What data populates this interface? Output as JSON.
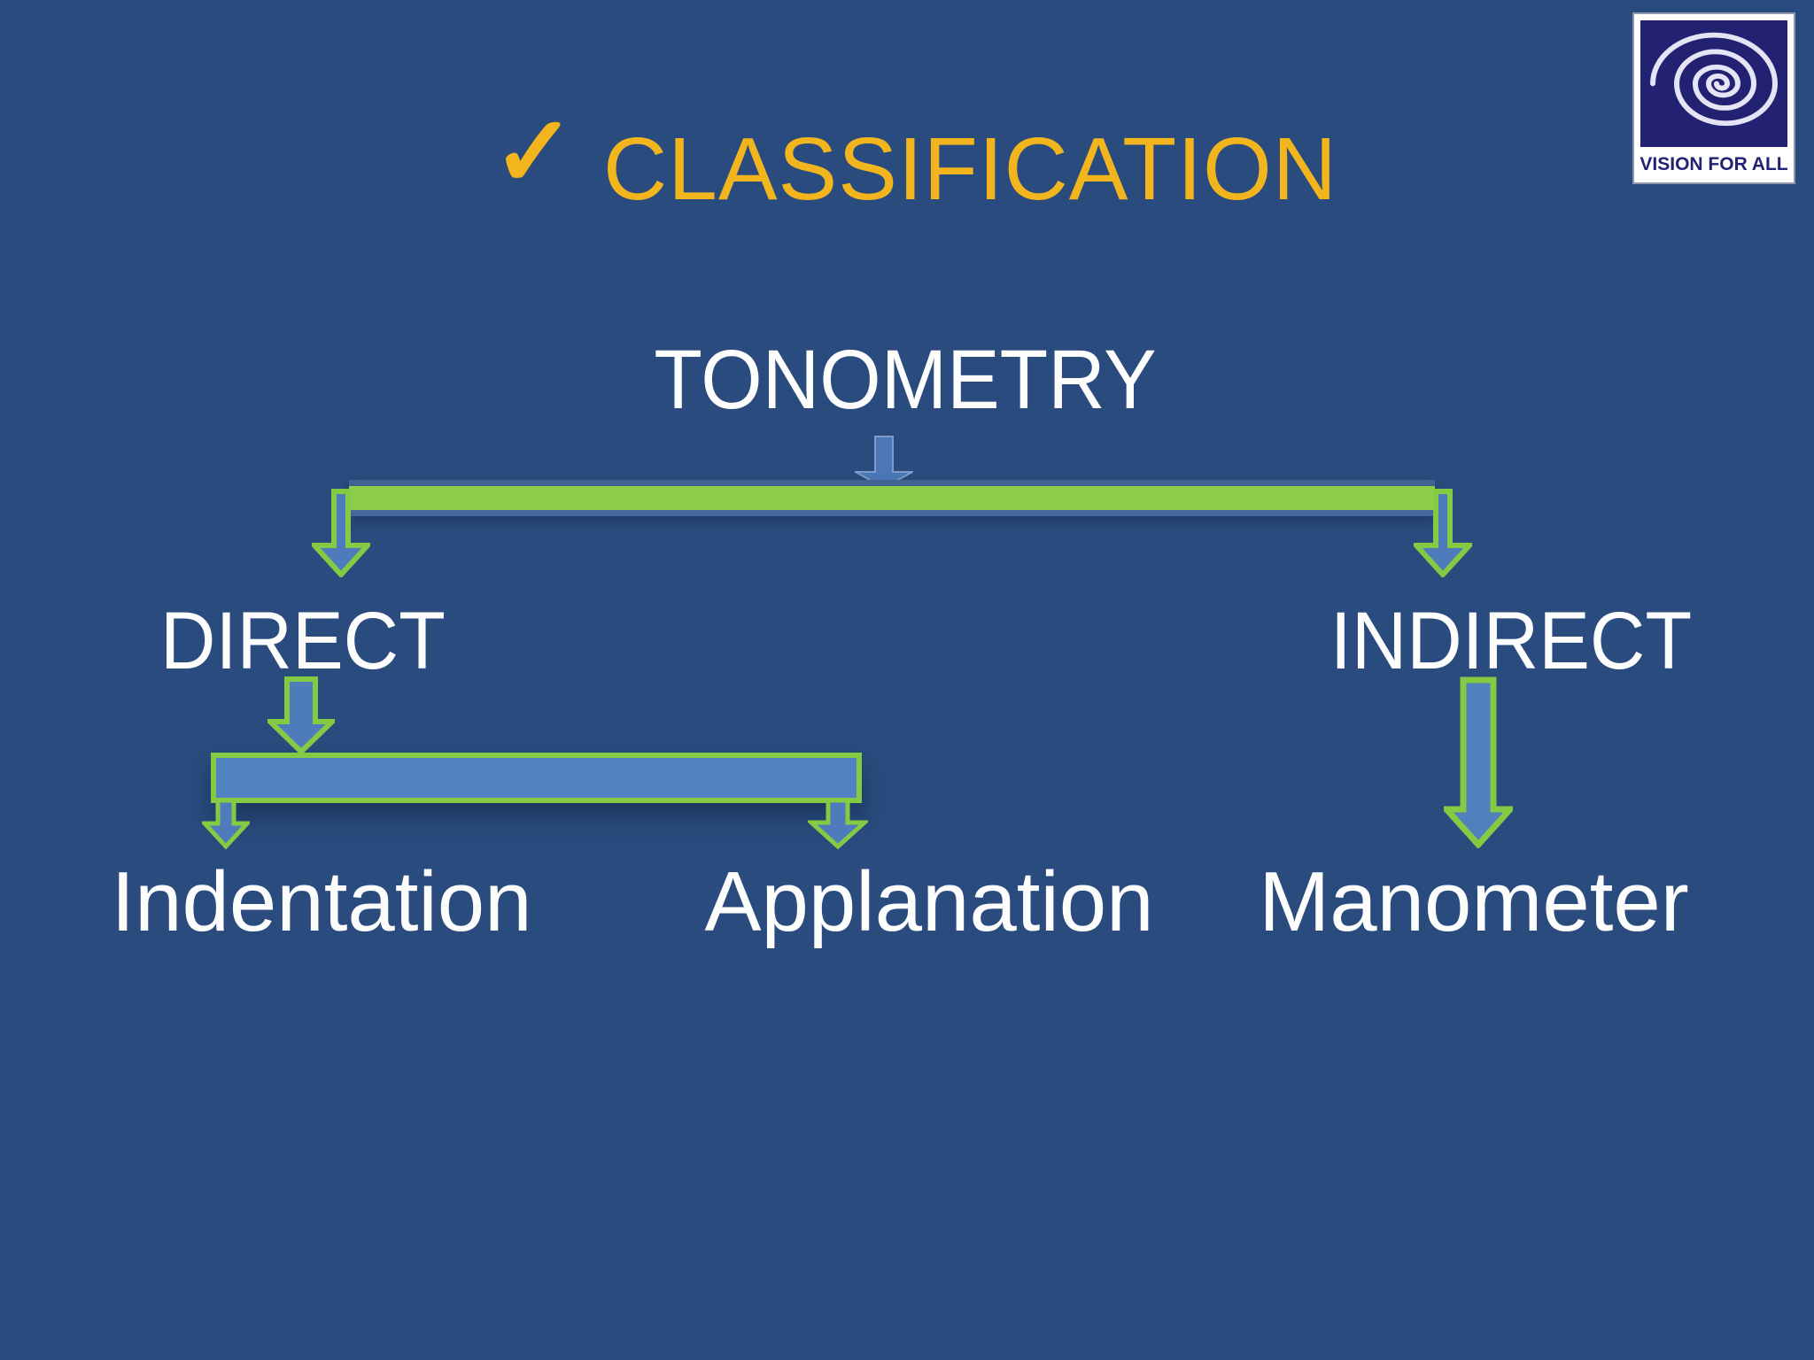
{
  "title": {
    "check": "✓",
    "text": "CLASSIFICATION",
    "color": "#F2B51E"
  },
  "logo": {
    "caption": "VISION FOR ALL",
    "emblem": "eye-spiral-icon",
    "emblem_bg": "#232272"
  },
  "diagram": {
    "root": "TONOMETRY",
    "direct": "DIRECT",
    "indirect": "INDIRECT",
    "indentation": "Indentation",
    "applanation": "Applanation",
    "manometer": "Manometer"
  },
  "colors": {
    "background": "#2A4B7D",
    "branch_bar_green": "#8CCD4C",
    "sub_bar_blue": "#5282C2",
    "arrow_fill_blue": "#4E7BBC",
    "arrow_outline_green": "#85CA43",
    "text_white": "#FDFDFD"
  }
}
